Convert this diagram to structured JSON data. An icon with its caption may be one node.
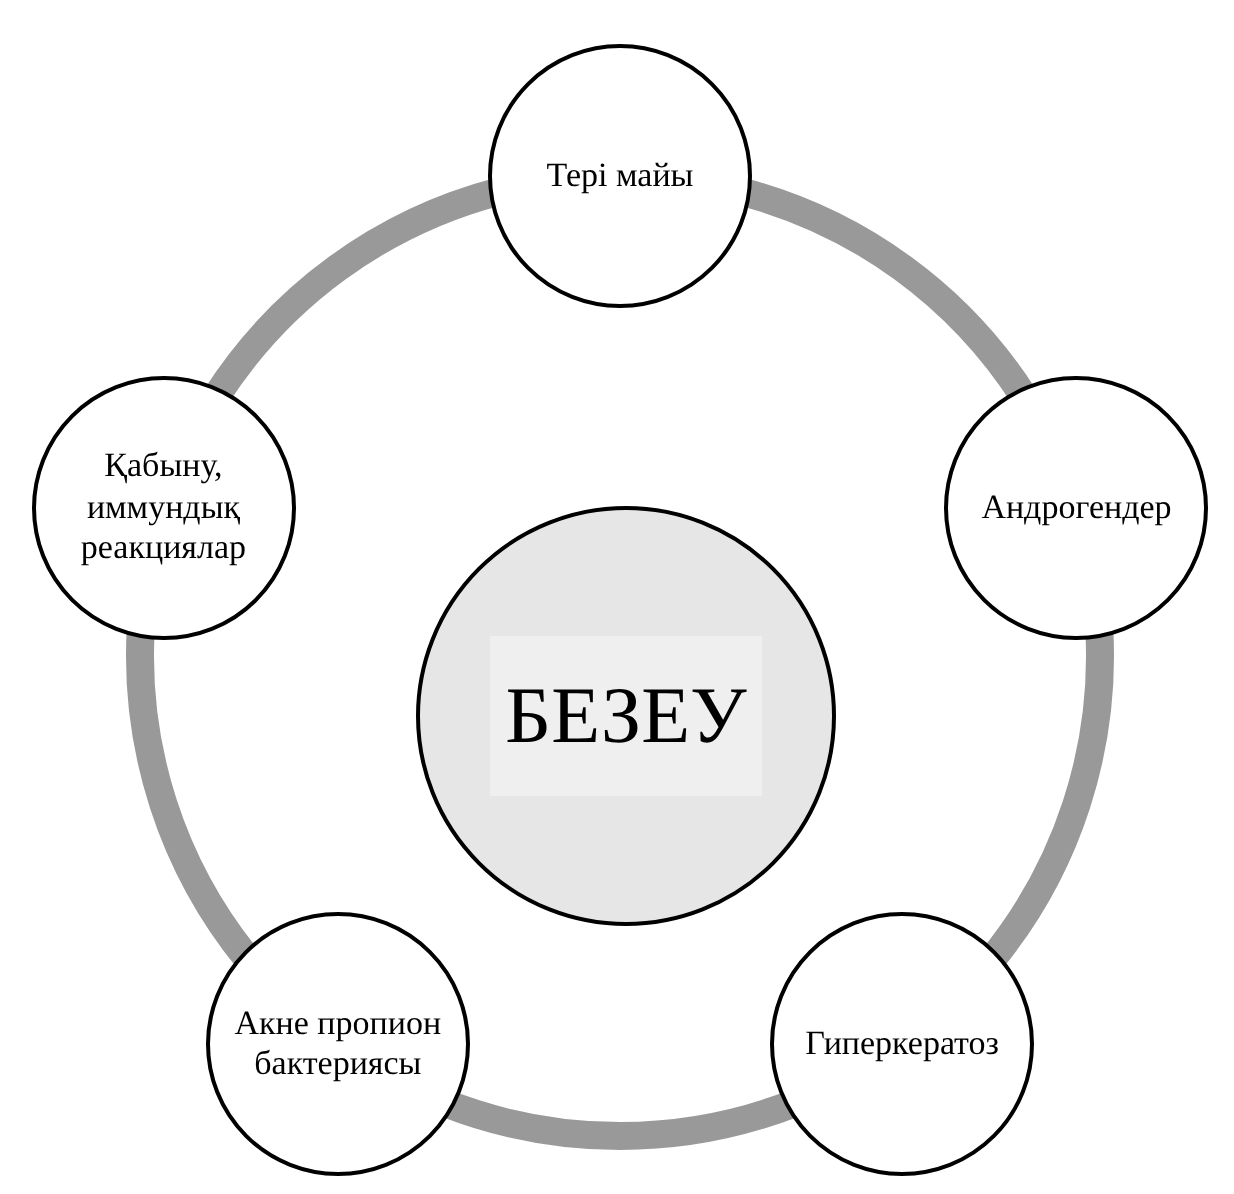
{
  "diagram": {
    "nodes": [
      {
        "text": [
          "БЕЗЕУ"
        ]
      },
      {
        "text": [
          "Тері майы"
        ]
      },
      {
        "text": [
          "Андрогендер"
        ]
      },
      {
        "text": [
          "Гиперкератоз"
        ]
      },
      {
        "text": [
          "Акне пропион бактериясы"
        ]
      },
      {
        "text": [
          "Қабыну, иммундық реакциялар"
        ]
      }
    ],
    "edges": [
      {
        "from": 1,
        "to": 2,
        "arrow": "none"
      },
      {
        "from": 2,
        "to": 3,
        "arrow": "none"
      },
      {
        "from": 3,
        "to": 4,
        "arrow": "none"
      },
      {
        "from": 4,
        "to": 5,
        "arrow": "none"
      },
      {
        "from": 5,
        "to": 1,
        "arrow": "none"
      }
    ]
  }
}
